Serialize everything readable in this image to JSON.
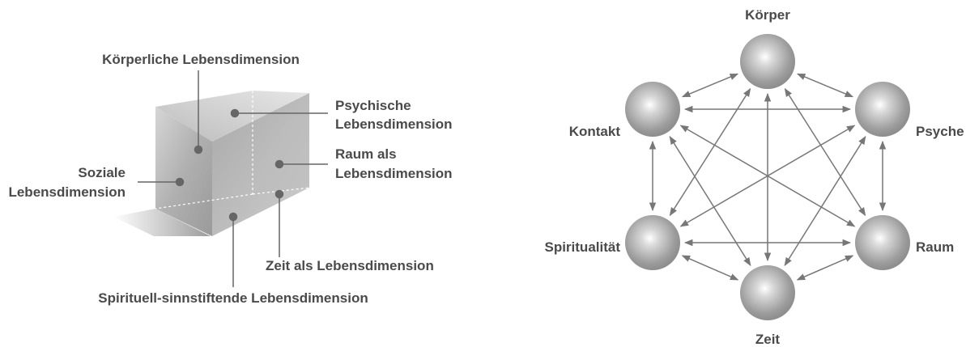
{
  "cube_figure": {
    "labels": {
      "koerperliche": "Körperliche Lebensdimension",
      "psychische_line1": "Psychische",
      "psychische_line2": "Lebensdimension",
      "raum_line1": "Raum als",
      "raum_line2": "Lebensdimension",
      "soziale_line1": "Soziale",
      "soziale_line2": "Lebensdimension",
      "zeit": "Zeit als Lebensdimension",
      "spirituell": "Spirituell-sinnstiftende Lebensdimension"
    }
  },
  "network_figure": {
    "nodes": [
      {
        "id": "koerper",
        "label": "Körper"
      },
      {
        "id": "psyche",
        "label": "Psyche"
      },
      {
        "id": "raum",
        "label": "Raum"
      },
      {
        "id": "zeit",
        "label": "Zeit"
      },
      {
        "id": "spiritualitaet",
        "label": "Spiritualität"
      },
      {
        "id": "kontakt",
        "label": "Kontakt"
      }
    ],
    "edges": "all pairs, bidirectional arrows"
  }
}
